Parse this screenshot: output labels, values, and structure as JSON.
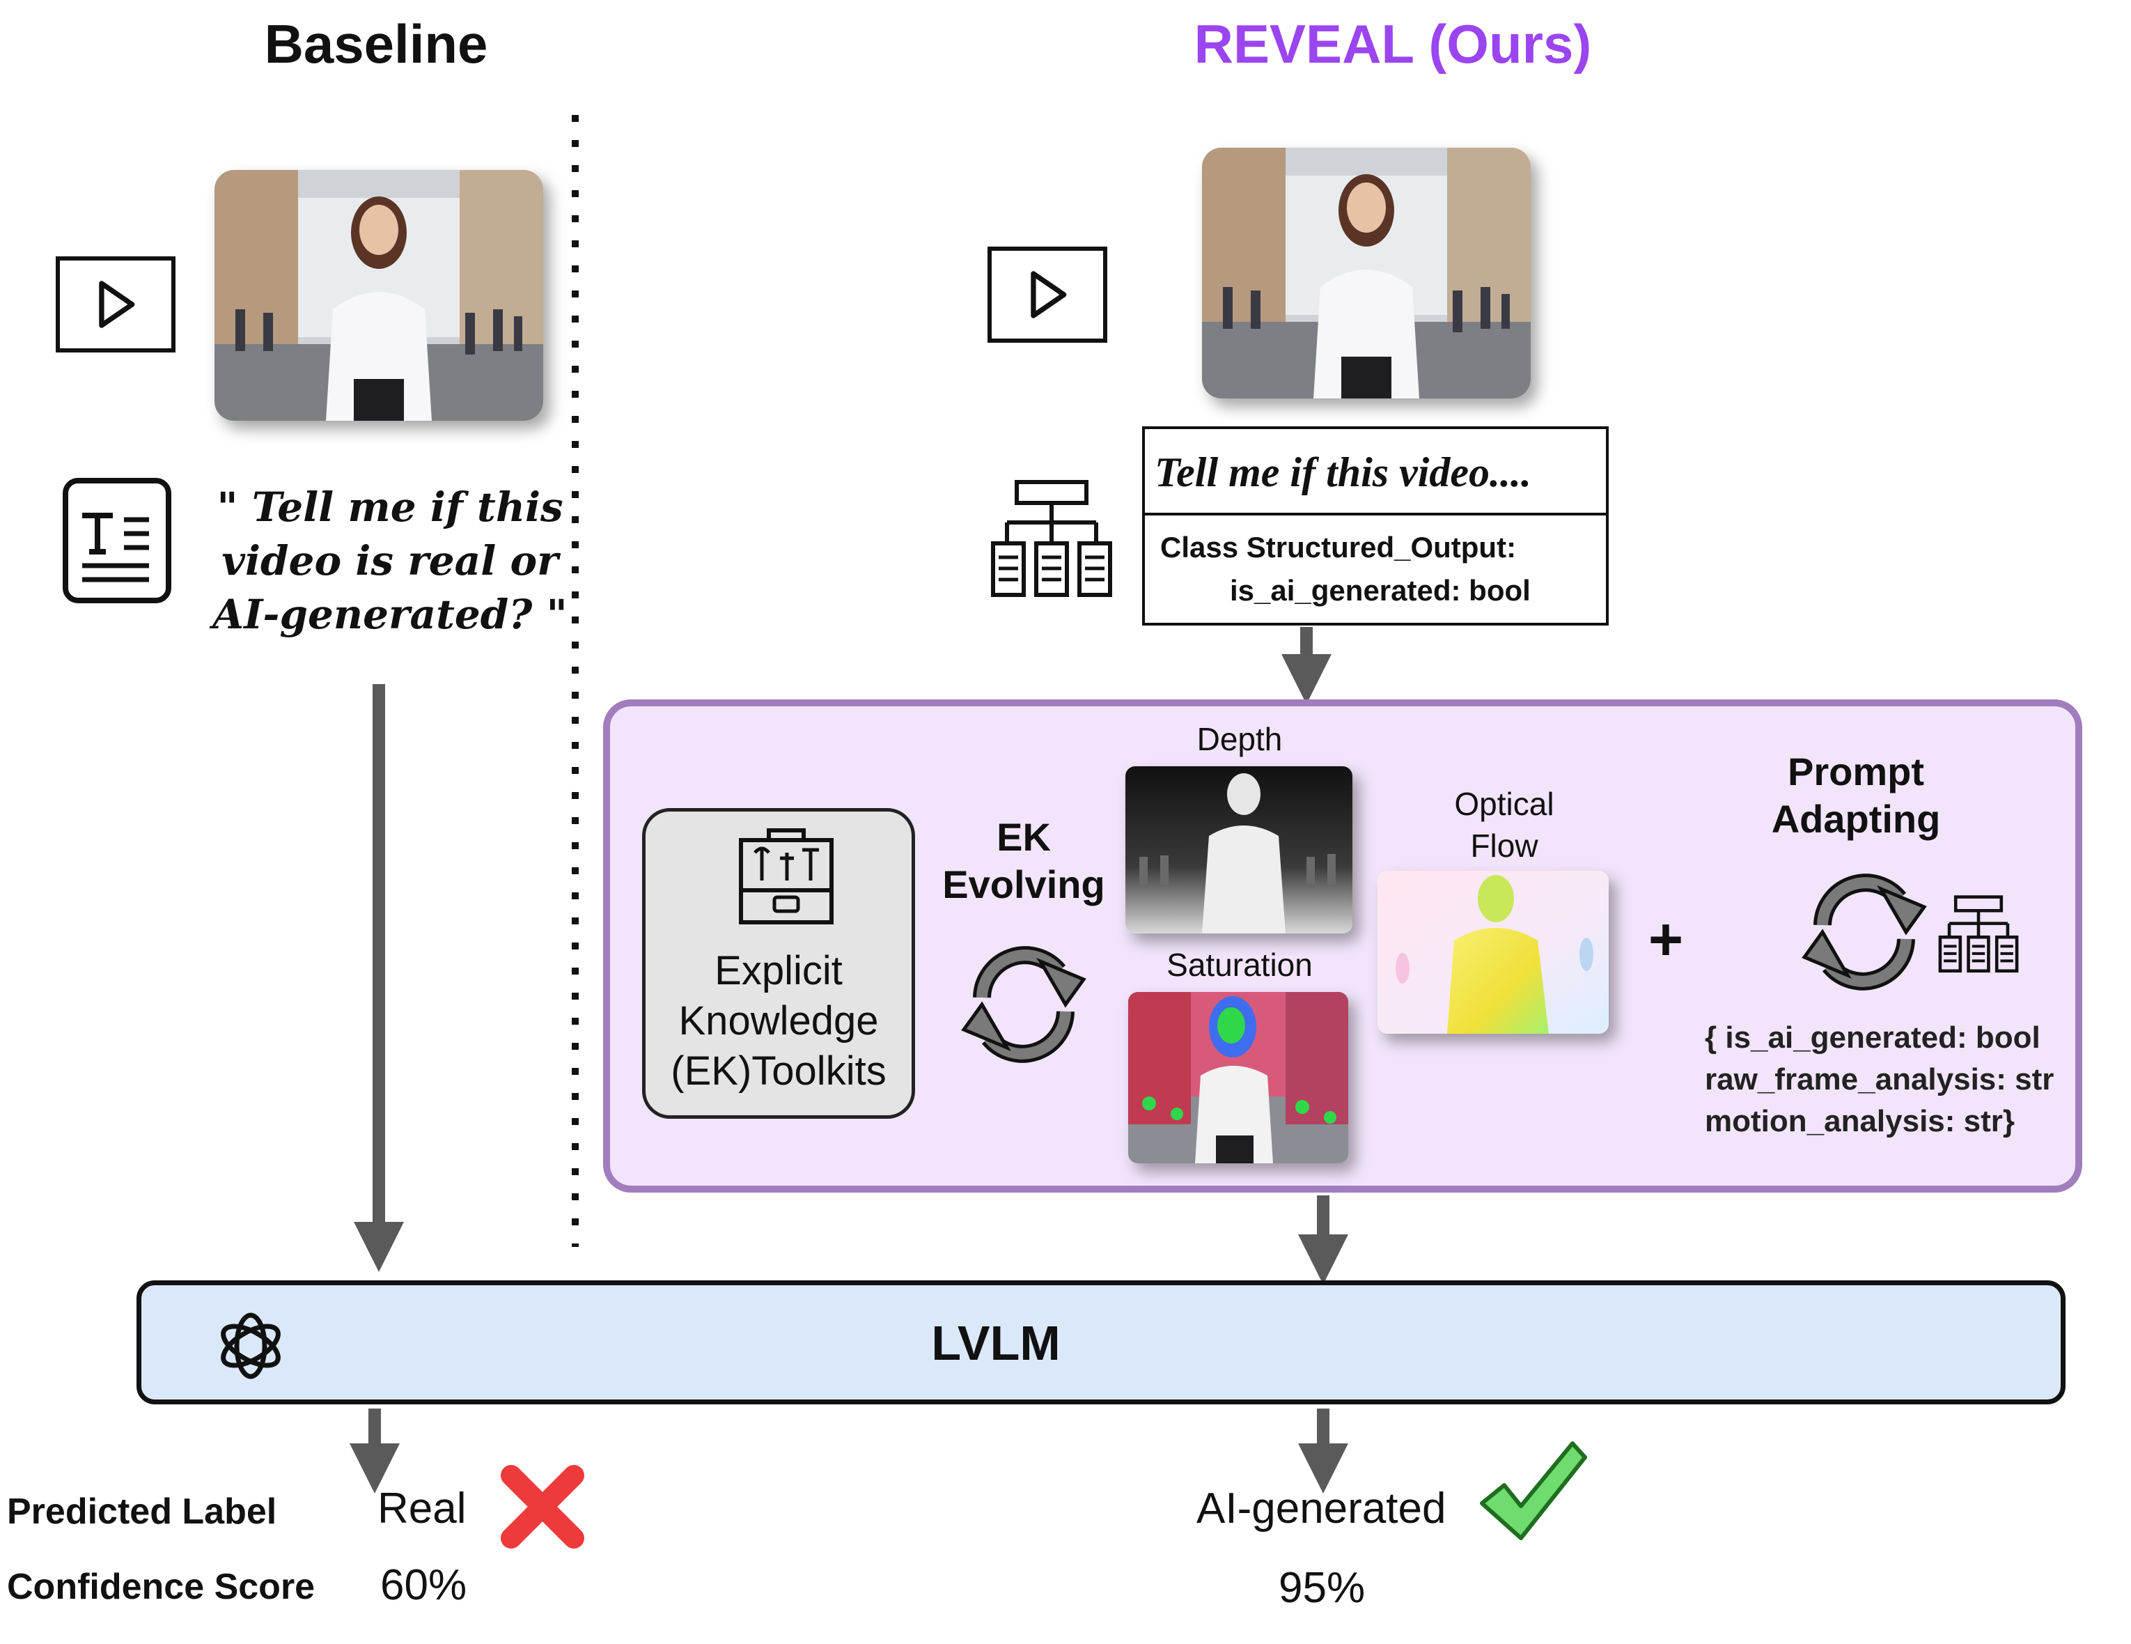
{
  "headers": {
    "baseline": "Baseline",
    "reveal": "REVEAL (Ours)"
  },
  "baseline": {
    "prompt_lines": [
      "\" Tell me if this",
      "video is real or",
      "AI-generated? \""
    ]
  },
  "reveal": {
    "prompt_title": "Tell me if this video....",
    "prompt_line1": "Class Structured_Output:",
    "prompt_line2": "is_ai_generated: bool"
  },
  "panel": {
    "toolkit_lines": [
      "Explicit",
      "Knowledge",
      "(EK)Toolkits"
    ],
    "ek_evolving_lines": [
      "EK",
      "Evolving"
    ],
    "depth_label": "Depth",
    "saturation_label": "Saturation",
    "optical_flow_lines": [
      "Optical",
      "Flow"
    ],
    "plus": "+",
    "prompt_adapting_lines": [
      "Prompt",
      "Adapting"
    ],
    "schema_lines": [
      "{ is_ai_generated: bool",
      "raw_frame_analysis: str",
      "motion_analysis: str}"
    ]
  },
  "lvlm": {
    "label": "LVLM"
  },
  "results": {
    "predicted_label_title": "Predicted Label",
    "confidence_score_title": "Confidence Score",
    "baseline_label": "Real",
    "baseline_confidence": "60%",
    "reveal_label": "AI-generated",
    "reveal_confidence": "95%"
  },
  "colors": {
    "reveal_title": "#9b45f0",
    "panel_fill": "#f2e5fb",
    "panel_border": "#a27dbd",
    "lvlm_fill": "#dbe8fa",
    "arrow": "#5a5a5a",
    "cross": "#ee3a3a",
    "check": "#6fdc6f"
  }
}
